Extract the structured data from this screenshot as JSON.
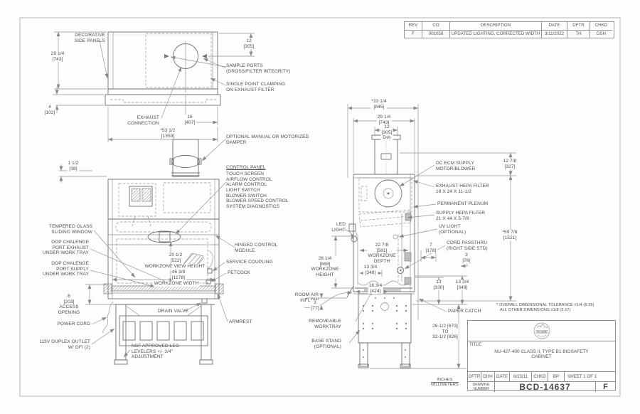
{
  "rev_table": {
    "headers": [
      "REV",
      "CO",
      "DESCRIPTION",
      "DATE",
      "DFTR",
      "CHKD"
    ],
    "row": [
      "F",
      "001058",
      "UPDATED LIGHTING, CORRECTED WIDTH",
      "3/11/2022",
      "TH",
      "DSH"
    ]
  },
  "title_block": {
    "title_label": "TITLE",
    "title": "NU-427-400 CLASS II, TYPE B1 BIOSAFETY\nCABINET",
    "dftr_label": "DFTR",
    "dftr": "DHH",
    "date_label": "DATE",
    "date": "6/23/11",
    "chkd_label": "CHKD",
    "chkd": "BP",
    "sheet": "SHEET   1   OF   1",
    "drawing_number_label": "DRAWING\nNUMBER",
    "drawing_number": "BCD-14637",
    "rev": "F",
    "logo_name": "nuaire-logo"
  },
  "notes": {
    "tolerance": "* OVERALL DIMENSIONAL TOLERANCE ±1/4 (6.35)\n   ALL OTHER DIMENSIONS ±1/8 (3.17)",
    "units_top": "INCHES",
    "units_bottom": "MILLIMETERS"
  },
  "labels": {
    "decorative_side_panels": "DECORATIVE\nSIDE PANELS",
    "dim_29_14_left": "29 1/4\n[743]",
    "dim_4": "4\n[102]",
    "dim_12_top": "12\n[305]",
    "sample_ports": "SAMPLE PORTS\n(GROSS/FILTER INTEGRITY)",
    "single_point": "SINGLE POINT CLAMPING\nON EXHAUST FILTER",
    "exhaust_connection": "EXHAUST\nCONNECTION",
    "dim_16": "16\n[407]",
    "dim_53": "*53 1/2\n[1359]",
    "optional_damper": "OPTIONAL MANUAL OR MOTORIZED\nDAMPER",
    "dim_1_12": "1 1/2\n[38]",
    "control_panel_title": "CONTROL PANEL",
    "control_panel_items": "TOUCH SCREEN\nAIRFLOW CONTROL\nALARM CONTROL\nLIGHT SWITCH\nBLOWER SWITCH\nBLOWER SPEED CONTROL\nSYSTEM DIAGNOSTICS",
    "tempered_glass": "TEMPERED GLASS\nSLIDING WINDOW",
    "dop_exhaust": "DOP CHALENGE\nPORT EXHAUST\nUNDER WORK TRAY",
    "dop_supply": "DOP CHALENGE\nPORT SUPPLY\nUNDER WORK TRAY",
    "workzone_view_height_dim": "20 1/2\n[522]",
    "workzone_view_height": "WORKZONE VIEW HEIGHT",
    "workzone_width_dim": "46 3/8\n[1178]",
    "workzone_width": "WORKZONE WIDTH",
    "access_opening": "8\n[203]\nACCESS\nOPENING",
    "power_cord": "POWER CORD",
    "duplex_outlet": "115V DUPLEX OUTLET\nW/ GFI (2)",
    "drain_valve": "DRAIN VALVE",
    "nsf_leg": "NSF APPROVED LEG\nLEVELERS +/- 3/4\"\nADJUSTMENT",
    "hinged_module": "HINGED CONTROL\nMODULE",
    "service_coupling": "SERVICE COUPLING",
    "petcock": "PETCOCK",
    "armrest": "ARMREST",
    "dim_33": "*33 1/4\n[845]",
    "dim_29_right": "29 1/4\n[743]",
    "dim_12_dia": "12\n[305]\nDIA",
    "dc_ecm": "DC ECM SUPPLY\nMOTOR/BLOWER",
    "dim_12_78": "12 7/8\n[327]",
    "exhaust_hepa": "EXHAUST HEPA FILTER\n18 X 24 X 11-1/2",
    "permanent_plenum": "PERMANENT PLENUM",
    "supply_hepa": "SUPPLY HEPA FILTER\n21 X 44 X 5-7/8",
    "uv_light": "UV LIGHT\n(OPTIONAL)",
    "dim_59": "*59 7/8\n[1521]",
    "cord_passthru": "CORD PASSTHRU\n(RIGHT SIDE STD)",
    "led_light": "LED\nLIGHT",
    "workzone_depth": "22 7/8\n[581]\nWORKZONE\nDEPTH",
    "dim_7": "7\n[178]",
    "dim_3_76": "3\n[76]",
    "workzone_height": "26 1/4\n[668]\nWORKZONE\nHEIGHT",
    "dim_13_34_348": "13 3/4\n[348]",
    "dim_16_34": "16 3/4\n[424]",
    "dim_13": "13\n[330]",
    "dim_13_34_349": "13 3/4\n[349]",
    "room_air": "ROOM AIR\nINFLOW",
    "dim_3_77": "3\n[77]",
    "removeable_worktray": "REMOVEABLE\nWORKTRAY",
    "base_stand": "BASE STAND\n(OPTIONAL)",
    "paper_catch": "PAPER CATCH",
    "base_height": "26-1/2 [673]\nTO\n32-1/2 [826]"
  }
}
